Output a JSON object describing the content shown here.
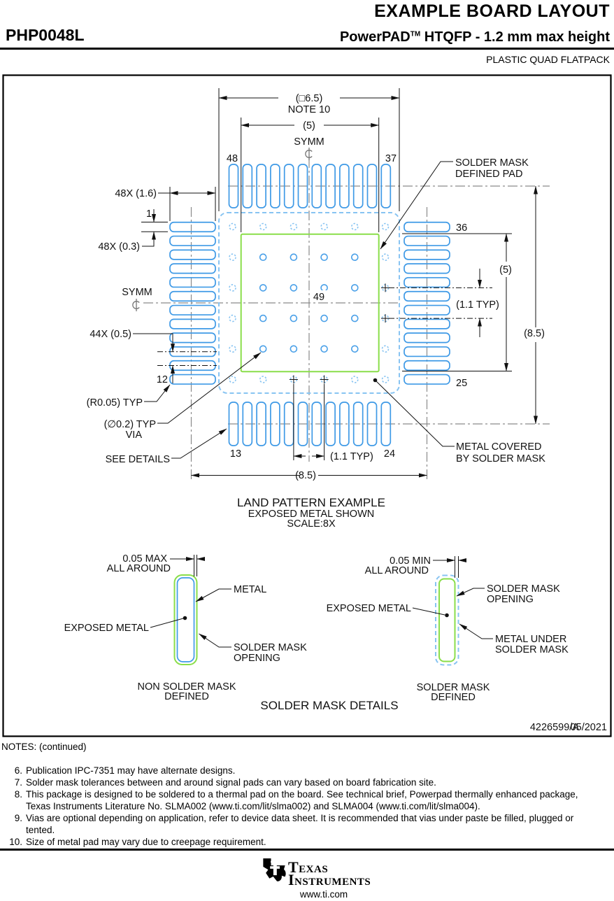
{
  "header": {
    "doc_title": "EXAMPLE BOARD LAYOUT",
    "part_number": "PHP0048L",
    "package_name": "PowerPAD",
    "package_tm": "TM",
    "package_desc": " HTQFP - 1.2 mm max height",
    "package_type": "PLASTIC QUAD FLATPACK"
  },
  "diagram": {
    "dim_body": "(□6.5)",
    "dim_body_note": "NOTE 10",
    "dim_inner_top": "(5)",
    "symm_top": "SYMM",
    "symm_left": "SYMM",
    "pin_48": "48",
    "pin_37": "37",
    "pin_1": "1",
    "pin_12": "12",
    "pin_36": "36",
    "pin_25": "25",
    "pin_13": "13",
    "pin_24": "24",
    "pin_49": "49",
    "dim_pad_len": "48X (1.6)",
    "dim_pad_w": "48X (0.3)",
    "dim_pitch": "44X (0.5)",
    "dim_corner": "(R0.05) TYP",
    "dim_via_1": "(∅0.2) TYP",
    "dim_via_2": "VIA",
    "see_details": "SEE DETAILS",
    "callout_smd_1": "SOLDER MASK",
    "callout_smd_2": "DEFINED PAD",
    "callout_metal_1": "METAL COVERED",
    "callout_metal_2": "BY SOLDER MASK",
    "dim_right_5": "(5)",
    "dim_right_11": "(1.1 TYP)",
    "dim_right_85": "(8.5)",
    "dim_bottom_11": "(1.1 TYP)",
    "dim_bottom_85": "(8.5)",
    "caption_1": "LAND PATTERN EXAMPLE",
    "caption_2": "EXPOSED METAL SHOWN",
    "caption_3": "SCALE:8X"
  },
  "details": {
    "left": {
      "dim_1": "0.05 MAX",
      "dim_2": "ALL AROUND",
      "metal": "METAL",
      "exposed": "EXPOSED METAL",
      "opening_1": "SOLDER MASK",
      "opening_2": "OPENING",
      "caption_1": "NON SOLDER MASK",
      "caption_2": "DEFINED"
    },
    "right": {
      "dim_1": "0.05 MIN",
      "dim_2": "ALL AROUND",
      "opening_1": "SOLDER MASK",
      "opening_2": "OPENING",
      "exposed": "EXPOSED METAL",
      "under_1": "METAL UNDER",
      "under_2": "SOLDER MASK",
      "caption_1": "SOLDER MASK",
      "caption_2": "DEFINED"
    },
    "title": "SOLDER MASK DETAILS"
  },
  "doc_number": {
    "number": "4226599/A",
    "date": "05/2021"
  },
  "notes": {
    "heading": "NOTES: (continued)",
    "items": [
      {
        "num": "6.",
        "text": "Publication IPC-7351 may have alternate designs."
      },
      {
        "num": "7.",
        "text": "Solder mask tolerances between and around signal pads can vary based on board fabrication site."
      },
      {
        "num": "8.",
        "text": "This package is designed to be soldered to a thermal pad on the board. See technical brief, Powerpad thermally enhanced package, Texas Instruments Literature No. SLMA002 (www.ti.com/lit/slma002) and SLMA004 (www.ti.com/lit/slma004)."
      },
      {
        "num": "9.",
        "text": "Vias are optional depending on application, refer to device data sheet. It is recommended that vias under paste be filled, plugged or tented."
      },
      {
        "num": "10.",
        "text": "Size of metal pad may vary due to creepage requirement."
      }
    ]
  },
  "footer": {
    "brand_1": "Texas",
    "brand_2": "Instruments",
    "url": "www.ti.com"
  },
  "colors": {
    "pad_blue": "#3f9ae6",
    "mask_blue": "#88c4f2",
    "via_blue": "#4aa0e8",
    "green": "#8ade4a",
    "centerline": "#8a8a8a",
    "line": "#111111"
  }
}
